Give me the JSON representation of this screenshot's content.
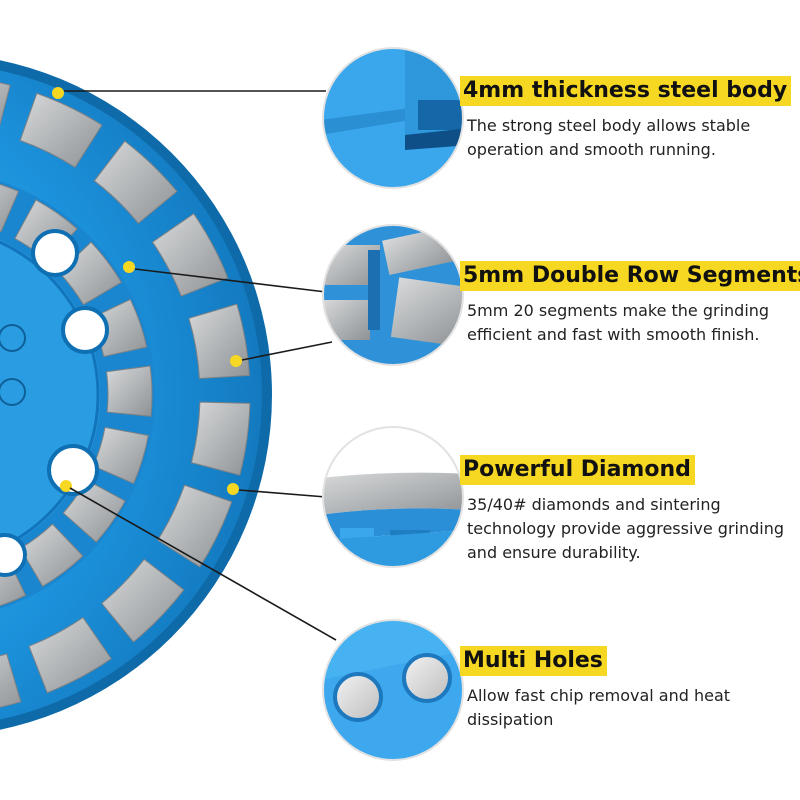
{
  "features": [
    {
      "title": "4mm thickness steel body",
      "description": "The strong steel body allows stable operation and smooth running."
    },
    {
      "title": "5mm Double Row Segments",
      "description": "5mm 20 segments make the grinding efficient and fast with smooth finish."
    },
    {
      "title": "Powerful Diamond",
      "description": "35/40# diamonds and sintering technology provide aggressive grinding and ensure durability."
    },
    {
      "title": "Multi Holes",
      "description": "Allow fast chip removal and heat dissipation"
    }
  ],
  "colors": {
    "highlight": "#f6d722",
    "wheel_blue": "#1f8fd6",
    "segment_gray": "#b9bcbd",
    "pointer_dot": "#f6d722"
  }
}
